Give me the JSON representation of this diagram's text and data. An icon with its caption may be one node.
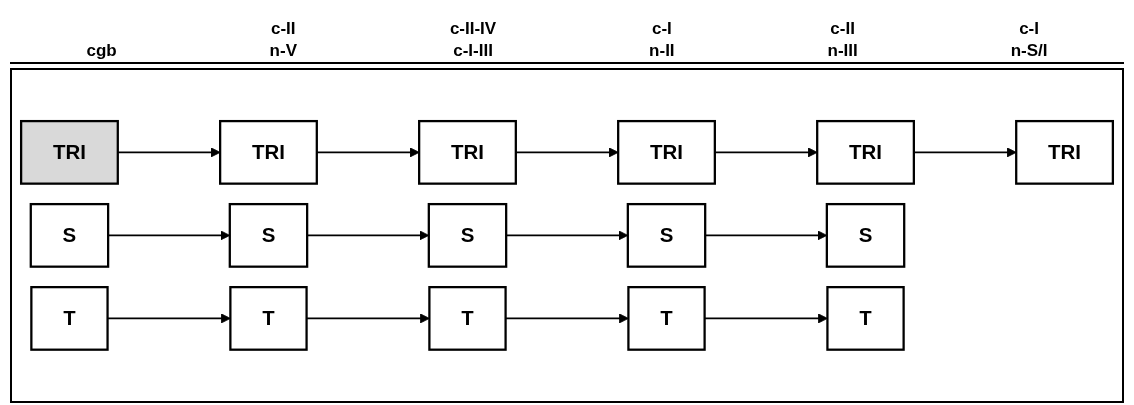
{
  "diagram": {
    "nodes": [
      {
        "text": [
          "TRI"
        ]
      },
      {
        "text": [
          "TRI"
        ]
      },
      {
        "text": [
          "S"
        ]
      },
      {
        "text": [
          "T"
        ]
      },
      {
        "text": [
          "T"
        ]
      },
      {
        "text": [
          "S"
        ]
      },
      {
        "text": [
          "TRI"
        ]
      },
      {
        "text": [
          "S"
        ]
      },
      {
        "text": [
          "TRI"
        ]
      },
      {
        "text": [
          "T"
        ]
      },
      {
        "text": [
          "S"
        ]
      },
      {
        "text": [
          "TRI"
        ]
      },
      {
        "text": [
          "T"
        ]
      },
      {
        "text": [
          "S"
        ]
      },
      {
        "text": [
          "T"
        ]
      },
      {
        "text": [
          "TRI"
        ]
      }
    ],
    "edges": [
      {
        "from": 0,
        "to": 1,
        "arrow": "to"
      },
      {
        "from": 1,
        "to": 6,
        "arrow": "to"
      },
      {
        "from": 2,
        "to": 5,
        "arrow": "to"
      },
      {
        "from": 3,
        "to": 4,
        "arrow": "to"
      },
      {
        "from": 4,
        "to": 9,
        "arrow": "to"
      },
      {
        "from": 5,
        "to": 7,
        "arrow": "to"
      },
      {
        "from": 6,
        "to": 8,
        "arrow": "to"
      },
      {
        "from": 7,
        "to": 10,
        "arrow": "to"
      },
      {
        "from": 8,
        "to": 11,
        "arrow": "to"
      },
      {
        "from": 9,
        "to": 12,
        "arrow": "to"
      },
      {
        "from": 10,
        "to": 13,
        "arrow": "to"
      },
      {
        "from": 11,
        "to": 15,
        "arrow": "to"
      },
      {
        "from": 12,
        "to": 14,
        "arrow": "to"
      }
    ],
    "labels": [
      "cgb",
      "c-II",
      "n-V",
      "c-II-IV",
      "c-I-III",
      "c-I",
      "n-II",
      "c-II",
      "n-III",
      "c-I",
      "n-S/I"
    ]
  }
}
